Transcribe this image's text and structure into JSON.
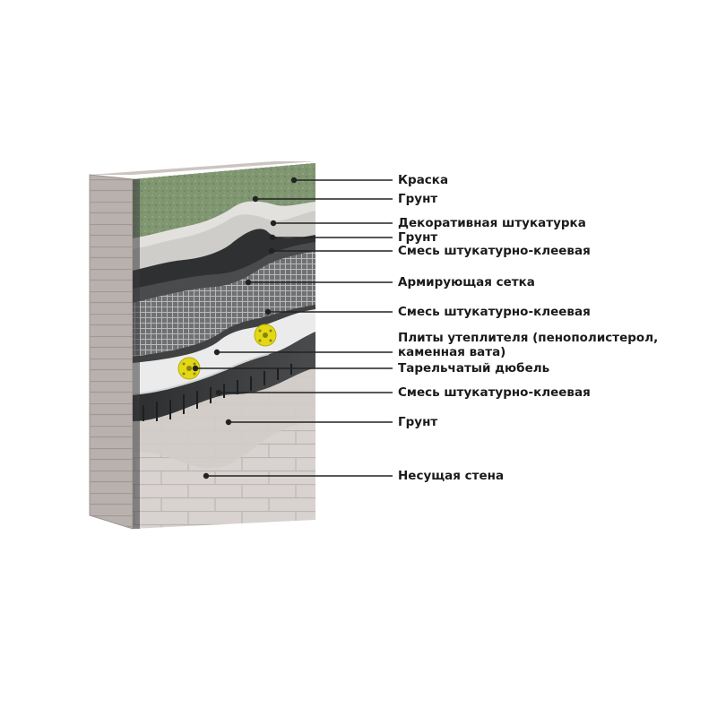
{
  "labels": [
    {
      "key": "paint",
      "text": "Краска"
    },
    {
      "key": "primer-top",
      "text": "Грунт"
    },
    {
      "key": "decorative-plaster",
      "text": "Декоративная штукатурка"
    },
    {
      "key": "primer-2",
      "text": "Грунт"
    },
    {
      "key": "adhesive-mix-1",
      "text": "Смесь штукатурно-клеевая"
    },
    {
      "key": "reinforcing-mesh",
      "text": "Армирующая сетка"
    },
    {
      "key": "adhesive-mix-2",
      "text": "Смесь штукатурно-клеевая"
    },
    {
      "key": "insulation-boards",
      "lines": [
        "Плиты утеплителя (пенополистерол,",
        "каменная вата)"
      ]
    },
    {
      "key": "plate-dowel",
      "text": "Тарельчатый дюбель"
    },
    {
      "key": "adhesive-mix-3",
      "text": "Смесь штукатурно-клеевая"
    },
    {
      "key": "primer-bottom",
      "text": "Грунт"
    },
    {
      "key": "load-bearing-wall",
      "text": "Несущая стена"
    }
  ],
  "colors": {
    "paint": "#7f9670",
    "decorative_plaster": "#c9c7c3",
    "adhesive": "#3c3d3f",
    "mesh": "#8c8e90",
    "insulation": "#ebebeb",
    "dowel": "#e2d817",
    "brick": "#cdc7c4",
    "primer": "#e3e1de",
    "leader": "#222222"
  },
  "icons": {
    "dowel": "plate-dowel-icon"
  }
}
